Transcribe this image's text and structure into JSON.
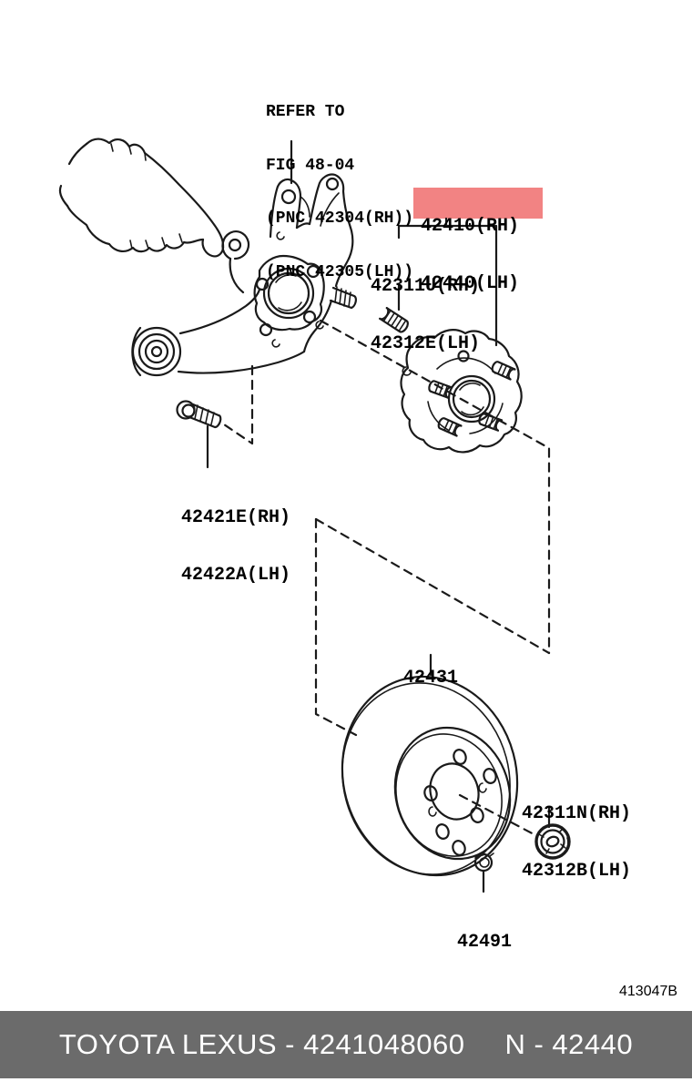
{
  "diagram": {
    "reference_note": {
      "lines": [
        "REFER TO",
        "FIG 48-04",
        "(PNC 42304(RH))",
        "(PNC 42305(LH))"
      ]
    },
    "callouts": [
      {
        "id": "hub-bearing-assembly",
        "lines": [
          "42410(RH)",
          "42440(LH)"
        ],
        "highlighted": true,
        "highlight_color": "#f28383"
      },
      {
        "id": "hub-mount-stud",
        "lines": [
          "42311U(RH)",
          "42312E(LH)"
        ],
        "highlighted": false
      },
      {
        "id": "knuckle-bolt",
        "lines": [
          "42421E(RH)",
          "42422A(LH)"
        ],
        "highlighted": false
      },
      {
        "id": "brake-disc",
        "lines": [
          "42431"
        ],
        "highlighted": false
      },
      {
        "id": "axle-lock-nut",
        "lines": [
          "42311N(RH)",
          "42312B(LH)"
        ],
        "highlighted": false
      },
      {
        "id": "grease-cap",
        "lines": [
          "42491"
        ],
        "highlighted": false
      }
    ],
    "figure_code": "413047B"
  },
  "footer": {
    "left_text": "TOYOTA LEXUS - 4241048060",
    "right_text": "N - 42440",
    "background_color": "#6b6b6b",
    "text_color": "#ffffff"
  }
}
